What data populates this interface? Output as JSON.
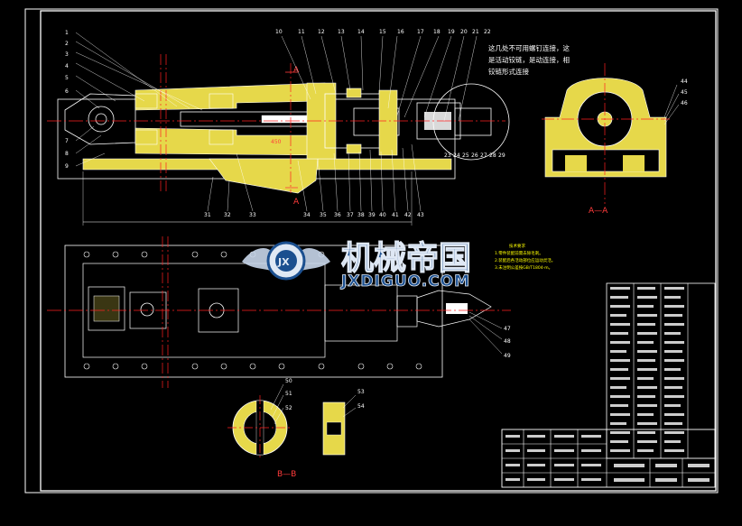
{
  "drawing": {
    "colors": {
      "background": "#000000",
      "outline": "#ffffff",
      "section_fill": "#e6d84a",
      "centerline": "#ff2020",
      "dimension": "#ff3b3b",
      "leader": "#00c8ff",
      "annotation": "#ffff00"
    },
    "balloons_top_left": [
      "1",
      "2",
      "3",
      "4",
      "5",
      "6",
      "7",
      "8",
      "9"
    ],
    "balloons_top": [
      "10",
      "11",
      "12",
      "13",
      "14",
      "15",
      "16",
      "17",
      "18",
      "19",
      "20",
      "21",
      "22"
    ],
    "balloons_mid": [
      "23",
      "24",
      "25",
      "26",
      "27",
      "28",
      "29"
    ],
    "balloons_bottom": [
      "31",
      "32",
      "33",
      "34",
      "35",
      "36",
      "37",
      "38",
      "39",
      "40",
      "41",
      "42",
      "43"
    ],
    "balloons_side": [
      "44",
      "45",
      "46"
    ],
    "balloons_plan": [
      "47",
      "48",
      "49"
    ],
    "balloons_section_b": [
      "50",
      "51",
      "52",
      "53",
      "54"
    ],
    "top_note_lines": [
      "这几处不可用螺钉连接，这",
      "是活动铰链，是动连接，相",
      "铰链形式连接"
    ],
    "section_mark_a": "A",
    "section_view_a_label": "A—A",
    "section_view_b_label": "B—B",
    "dimension_text": "450",
    "tech_requirements": [
      "技术要求",
      "1.零件装配前需去除毛刺。",
      "2.装配后各活动部位应运动灵活。",
      "3.未注明公差按GB/T1804-m。"
    ],
    "watermark": {
      "cn": "机械帝国",
      "en": "JXDIGUO.COM",
      "badge": "JX"
    }
  }
}
